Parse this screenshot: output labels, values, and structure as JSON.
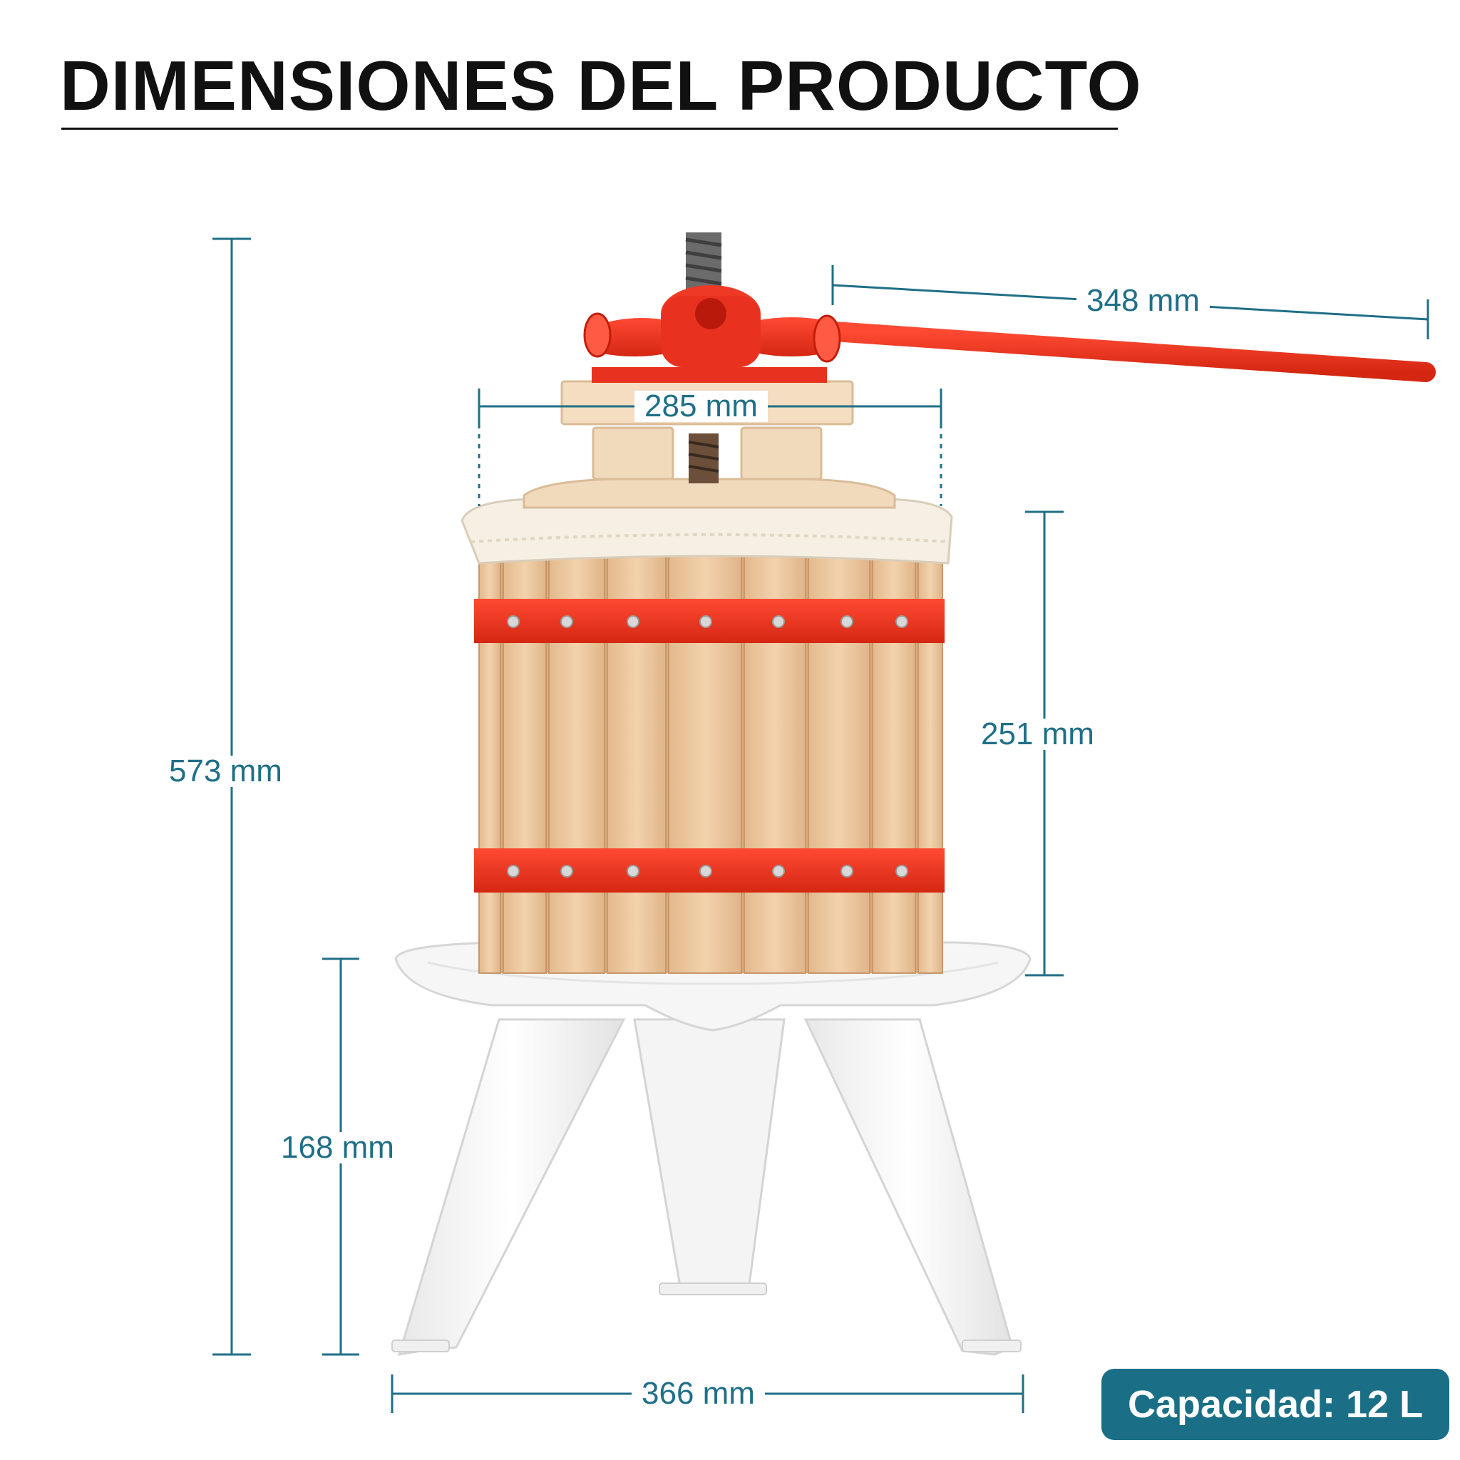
{
  "title": "DIMENSIONES DEL PRODUCTO",
  "dimensions": {
    "total_height": "573 mm",
    "handle_length": "348 mm",
    "top_width": "285 mm",
    "barrel_height": "251 mm",
    "leg_height": "168 mm",
    "base_width": "366 mm"
  },
  "capacity_badge": "Capacidad: 12 L",
  "colors": {
    "dimension": "#1f6f87",
    "badge_bg": "#1a6f87",
    "iron_red": "#e8321f",
    "wood": "#ecc9a0",
    "base_white": "#f2f2f2"
  }
}
